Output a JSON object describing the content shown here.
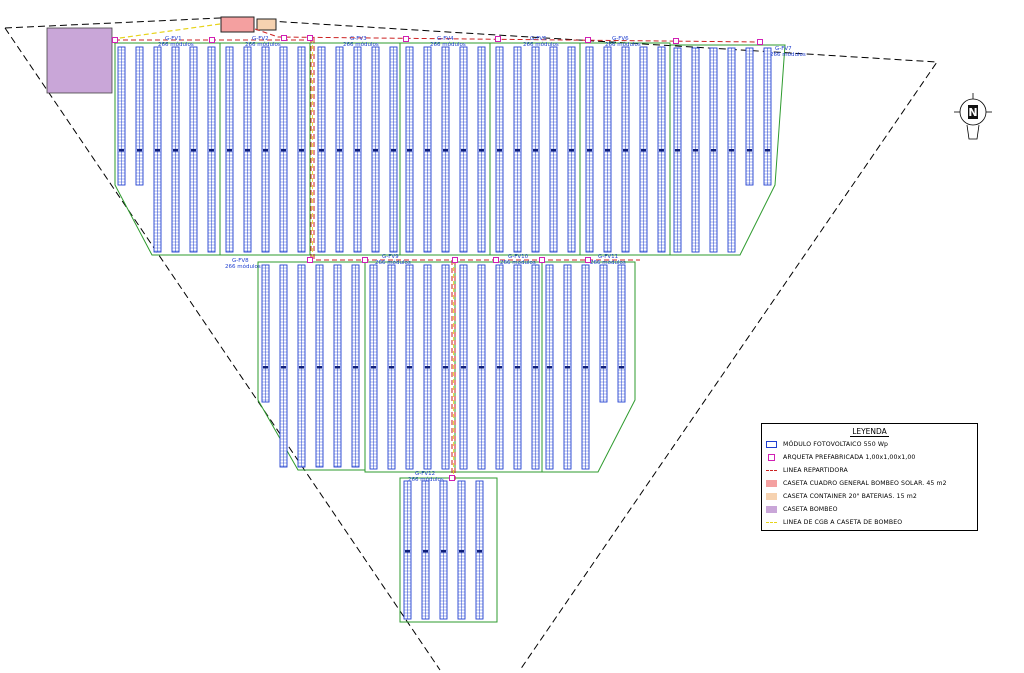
{
  "legend": {
    "title": "LEYENDA",
    "items": [
      {
        "symbol": "module",
        "label": "MÓDULO FOTOVOLTAICO 550 Wp"
      },
      {
        "symbol": "junction-box",
        "label": "ARQUETA PREFABRICADA 1,00x1,00x1,00"
      },
      {
        "symbol": "red-dashed-line",
        "label": "LINEA REPARTIDORA"
      },
      {
        "symbol": "red-fill",
        "label": "CASETA CUADRO GENERAL BOMBEO SOLAR. 45 m2"
      },
      {
        "symbol": "peach-fill",
        "label": "CASETA CONTAINER 20\" BATERIAS. 15 m2"
      },
      {
        "symbol": "purple-fill",
        "label": "CASETA BOMBEO"
      },
      {
        "symbol": "yellow-dashed-line",
        "label": "LINEA DE CGB A CASETA DE BOMBEO"
      }
    ]
  },
  "compass": {
    "letter": "N"
  },
  "blocks": [
    {
      "id": "b1",
      "label": "G-FV1",
      "sub": "266 módulos"
    },
    {
      "id": "b2",
      "label": "G-FV2",
      "sub": "266 módulos"
    },
    {
      "id": "b3",
      "label": "G-FV3",
      "sub": "266 módulos"
    },
    {
      "id": "b4",
      "label": "G-FV4",
      "sub": "266 módulos"
    },
    {
      "id": "b5",
      "label": "G-FV5",
      "sub": "266 módulos"
    },
    {
      "id": "b6",
      "label": "G-FV6",
      "sub": "266 módulos"
    },
    {
      "id": "b7",
      "label": "G-FV7",
      "sub": "266 módulos"
    },
    {
      "id": "b8",
      "label": "G-FV8",
      "sub": "266 módulos"
    },
    {
      "id": "b9",
      "label": "G-FV9",
      "sub": "266 módulos"
    },
    {
      "id": "b10",
      "label": "G-FV10",
      "sub": "266 módulos"
    },
    {
      "id": "b11",
      "label": "G-FV11",
      "sub": "266 módulos"
    },
    {
      "id": "b12",
      "label": "G-FV12",
      "sub": "266 módulos"
    }
  ],
  "colors": {
    "module": "#1f3fd0",
    "block_outline": "#2e9b2e",
    "boundary": "#000000",
    "distribution_line": "#cc2222",
    "cgb_line": "#e6d31a",
    "junction_box": "#d11fb4",
    "cgb_hut": "#f4a0a0",
    "battery_hut": "#f6d2b0",
    "pump_hut": "#c9a6d8"
  }
}
